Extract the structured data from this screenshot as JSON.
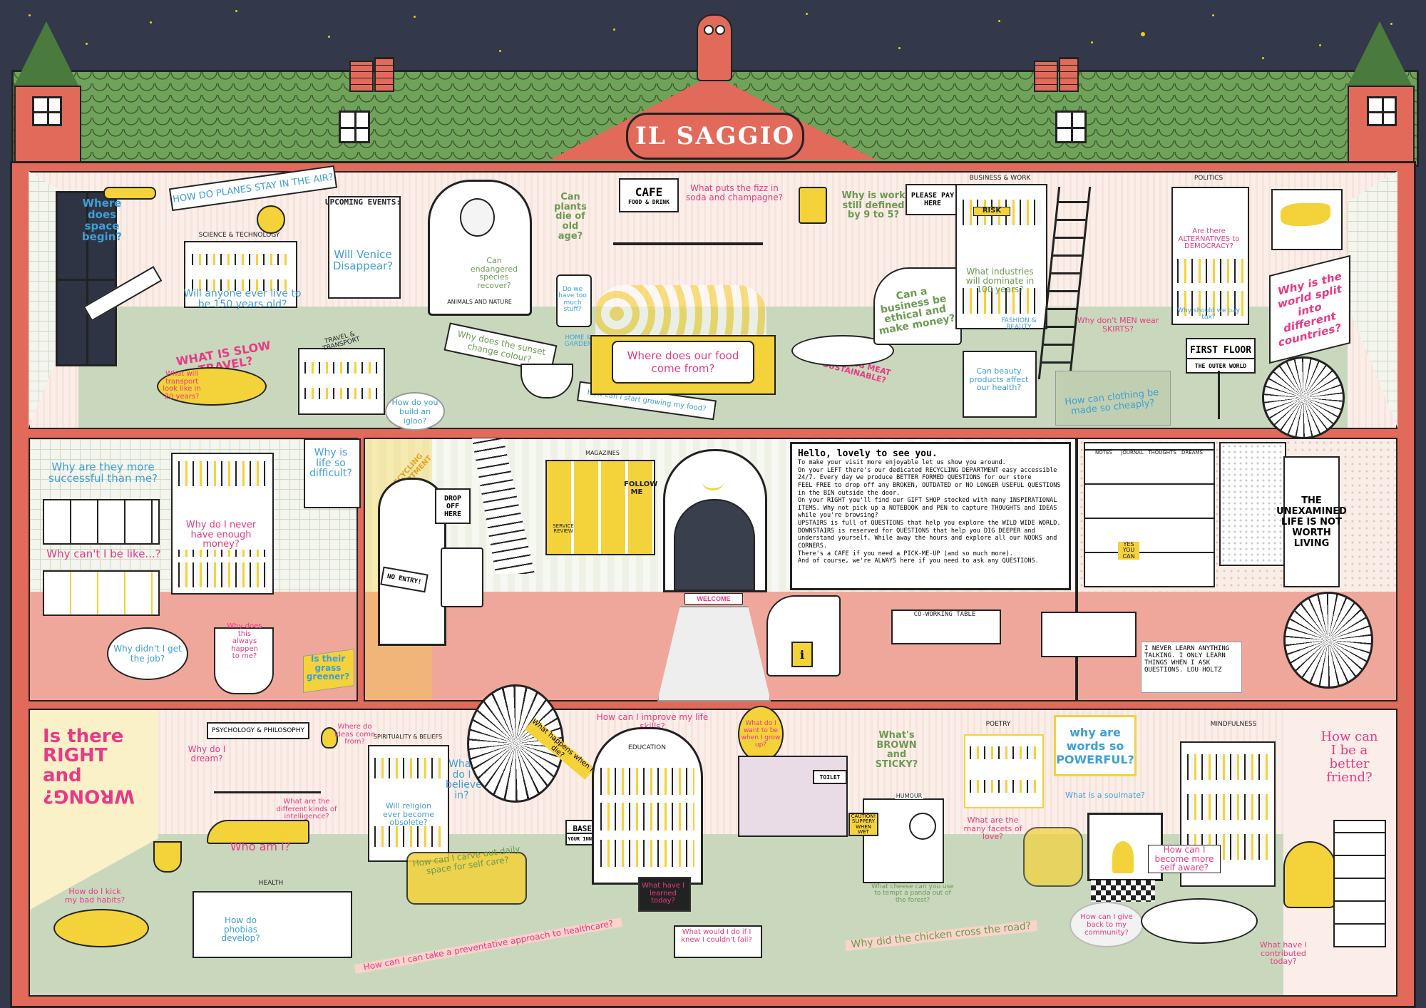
{
  "sign": {
    "name": "IL SAGGIO"
  },
  "colors": {
    "sky": "#33394a",
    "roof": "#6fa35a",
    "frame": "#e26a5b",
    "yellow": "#f4d23a",
    "pink": "#e83a86",
    "blue": "#3f9fd4",
    "floor_green": "#c9d8bd",
    "floor_pink": "#f0a79b"
  },
  "top": {
    "space": "Where does space begin?",
    "planes": "HOW DO PLANES STAY IN THE AIR?",
    "sci_tech": "SCIENCE & TECHNOLOGY",
    "live150": "Will anyone ever live to be 150 years old?",
    "slow_travel": "WHAT IS SLOW TRAVEL?",
    "transport": "What will transport look like in 20 years?",
    "upcoming": "UPCOMING EVENTS:",
    "venice": "Will Venice Disappear?",
    "travel_transport": "TRAVEL & TRANSPORT",
    "igloo": "How do you build an igloo?",
    "sunset": "Why does the sunset change colour?",
    "species": "Can endangered species recover?",
    "animals": "ANIMALS AND NATURE",
    "plants": "Can plants die of old age?",
    "stuff": "Do we have too much stuff?",
    "home_garden": "HOME & GARDEN",
    "cafe": "CAFE",
    "food_drink": "FOOD & DRINK",
    "fizz": "What puts the fizz in soda and champagne?",
    "food": "Where does our food come from?",
    "grow": "How can I start growing my food?",
    "meat": "IS EATING MEAT SUSTAINABLE?",
    "work": "Why is work still defined by 9 to 5?",
    "please_pay": "PLEASE PAY HERE",
    "business_ethical": "Can a business be ethical and make money?",
    "business_work": "BUSINESS & WORK",
    "risk": "RISK",
    "industries": "What industries will dominate in 100 years?",
    "fashion": "FASHION & BEAUTY",
    "beauty": "Can beauty products affect our health?",
    "skirts": "Why don't MEN wear SKIRTS?",
    "clothing": "How can clothing be made so cheaply?",
    "politics": "POLITICS",
    "democracy": "Are there ALTERNATIVES to DEMOCRACY?",
    "tax": "Why should we pay tax?",
    "first_floor": "FIRST FLOOR",
    "outer_world": "THE OUTER WORLD",
    "world_split": "Why is the world split into different countries?"
  },
  "middle": {
    "successful": "Why are they more successful than me?",
    "be_like": "Why can't I be like...?",
    "money": "Why do I never have enough money?",
    "difficult": "Why is life so difficult?",
    "job": "Why didn't I get the job?",
    "always": "Why does this always happen to me?",
    "grass": "Is their grass greener?",
    "recycling": "RECYCLING DEPARTMENT",
    "drop_off": "DROP OFF HERE",
    "no_entry": "NO ENTRY!",
    "welcome": "WELCOME",
    "magazines": "MAGAZINES",
    "follow": "FOLLOW ME",
    "service": "SERVICE REVIEW",
    "welcome_title": "Hello, lovely to see you.",
    "welcome_lines": [
      "To make your visit more enjoyable let us show you around.",
      "On your LEFT there's our dedicated RECYCLING DEPARTMENT easy accessible 24/7. Every day we produce BETTER FORMED QUESTIONS for our store",
      "FEEL FREE to drop off any BROKEN, OUTDATED or NO LONGER USEFUL QUESTIONS in the BIN outside the door.",
      "On your RIGHT you'll find our GIFT SHOP stocked with many INSPIRATIONAL ITEMS. Why not pick up a NOTEBOOK and PEN to capture THOUGHTS and IDEAS while you're browsing?",
      "UPSTAIRS is full of QUESTIONS that help you explore the WILD WIDE WORLD.",
      "DOWNSTAIRS is reserved for QUESTIONS that help you DIG DEEPER and understand yourself. While away the hours and explore all our NOOKS and CORNERS.",
      "There's a CAFE if you need a PICK-ME-UP (and so much more).",
      "And of course, we're ALWAYS here if you need to ask any QUESTIONS."
    ],
    "coworking": "CO-WORKING TABLE",
    "unexamined": "THE UNEXAMINED LIFE IS NOT WORTH LIVING",
    "quote": "I NEVER LEARN ANYTHING TALKING. I ONLY LEARN THINGS WHEN I ASK QUESTIONS. LOU HOLTZ",
    "notes": "NOTES",
    "journal": "JOURNAL",
    "thoughts": "THOUGHTS",
    "dreams": "DREAMS",
    "yes_you_can": "YES YOU CAN"
  },
  "bottom": {
    "right_wrong_1": "Is there",
    "right_wrong_2": "RIGHT and",
    "right_wrong_3": "WRONG?",
    "habits": "How do I kick my bad habits?",
    "psychology": "PSYCHOLOGY & PHILOSOPHY",
    "dream": "Why do I dream?",
    "ideas": "Where do ideas come from?",
    "intelligence": "What are the different kinds of intelligence?",
    "who_am_i": "Who am I?",
    "health": "HEALTH",
    "phobias": "How do phobias develop?",
    "preventative": "How can I can take a preventative approach to healthcare?",
    "religion": "Will religion ever become obsolete?",
    "believe": "What do I believe in?",
    "spirituality": "SPIRITUALITY & BELIEFS",
    "self_care": "How can I carve out daily space for self care?",
    "die": "What happens when I die?",
    "basement": "BASEMENT",
    "inner_world": "YOUR INNER WORLD",
    "learned": "What have I learned today?",
    "fail": "What would I do if I knew I couldn't fail?",
    "life_skills": "How can I improve my life skills?",
    "education": "EDUCATION",
    "grow_up": "What do I want to be when I grow up?",
    "toilet": "TOILET",
    "brown": "What's BROWN and STICKY?",
    "humour": "HUMOUR",
    "caution": "CAUTION! SLIPPERY WHEN WET",
    "cheese": "What cheese can you use to tempt a panda out of the forest?",
    "chicken": "Why did the chicken cross the road?",
    "poetry": "POETRY",
    "words": "why are words so POWERFUL?",
    "facets": "What are the many facets of love?",
    "soulmate": "What is a soulmate?",
    "give_back": "How can I give back to my community?",
    "mindfulness": "MINDFULNESS",
    "self_aware": "How can I become more self aware?",
    "better_friend": "How can I be a better friend?",
    "contributed": "What have I contributed today?"
  }
}
